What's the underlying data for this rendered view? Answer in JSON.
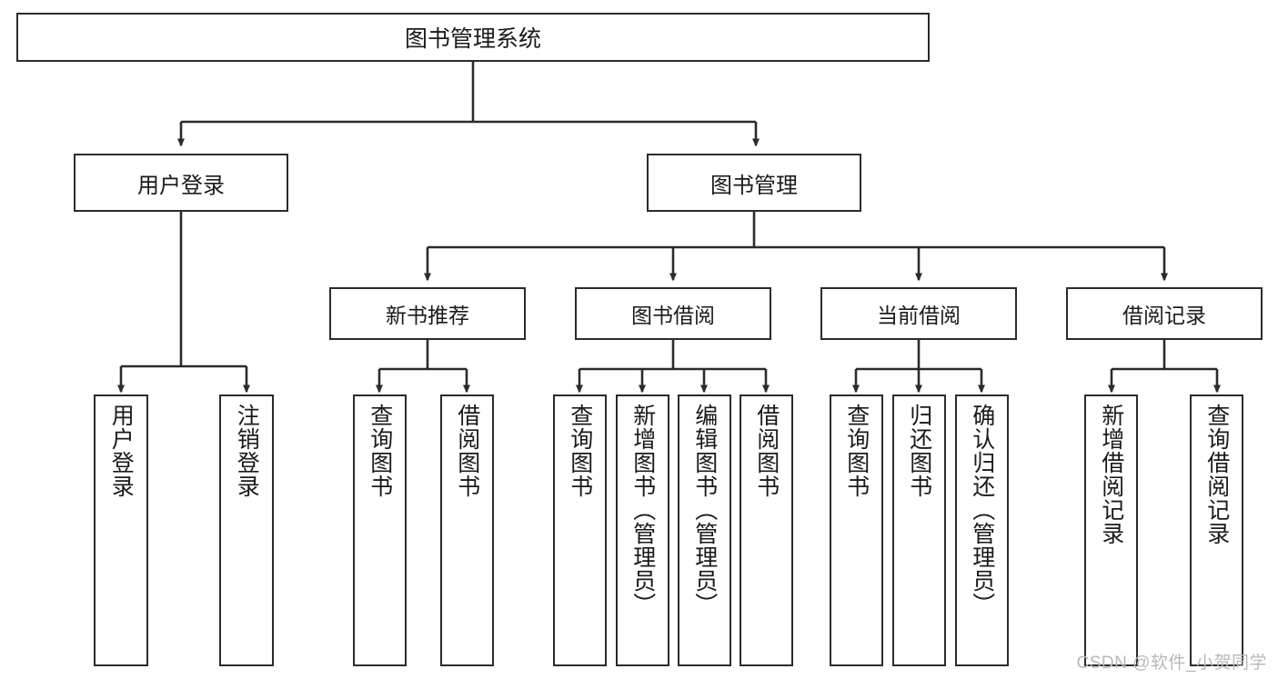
{
  "diagram": {
    "title_text": "图书管理系统",
    "type": "tree-hierarchy-diagram",
    "watermark": "CSDN @软件_小贺同学",
    "colors": {
      "box_border": "#2b2b2b",
      "box_fill": "#ffffff",
      "connector": "#2b2b2b",
      "text": "#1a1a1a",
      "watermark": "#b8b8b8",
      "background": "#ffffff"
    },
    "root": {
      "label": "图书管理系统"
    },
    "level2": [
      {
        "label": "用户登录"
      },
      {
        "label": "图书管理"
      }
    ],
    "level3": [
      {
        "label": "新书推荐"
      },
      {
        "label": "图书借阅"
      },
      {
        "label": "当前借阅"
      },
      {
        "label": "借阅记录"
      }
    ],
    "leaves": {
      "user_login": [
        {
          "label": "用户登录"
        },
        {
          "label": "注销登录"
        }
      ],
      "new_book_recommend": [
        {
          "label": "查询图书"
        },
        {
          "label": "借阅图书"
        }
      ],
      "book_borrow": [
        {
          "label": "查询图书"
        },
        {
          "label": "新增图书（管理员）"
        },
        {
          "label": "编辑图书（管理员）"
        },
        {
          "label": "借阅图书"
        }
      ],
      "current_borrow": [
        {
          "label": "查询图书"
        },
        {
          "label": "归还图书"
        },
        {
          "label": "确认归还（管理员）"
        }
      ],
      "borrow_record": [
        {
          "label": "新增借阅记录"
        },
        {
          "label": "查询借阅记录"
        }
      ]
    }
  }
}
